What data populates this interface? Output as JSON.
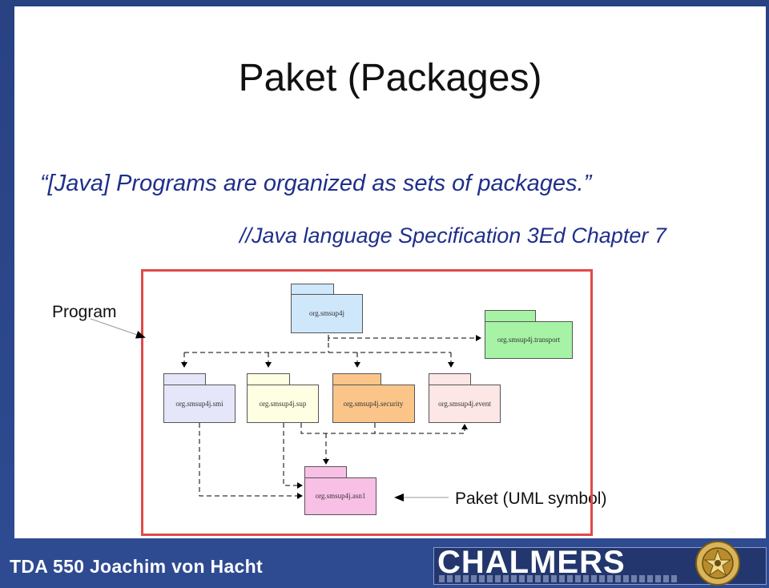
{
  "slide": {
    "title": "Paket (Packages)",
    "quote": "“[Java] Programs are organized as sets of packages.”",
    "source": "//Java language Specification 3Ed Chapter 7",
    "label_program": "Program",
    "label_uml": "Paket (UML symbol)"
  },
  "diagram": {
    "packages": [
      {
        "id": "smsup",
        "name": "org.smsup4j",
        "color": "#cfe7fb"
      },
      {
        "id": "transport",
        "name": "org.smsup4j.transport",
        "color": "#a6f3a6"
      },
      {
        "id": "smi",
        "name": "org.smsup4j.smi",
        "color": "#e6e6fb"
      },
      {
        "id": "sup",
        "name": "org.smsup4j.sup",
        "color": "#fefee3"
      },
      {
        "id": "security",
        "name": "org.smsup4j.security",
        "color": "#fbc58a"
      },
      {
        "id": "event",
        "name": "org.smsup4j.event",
        "color": "#fde6e6"
      },
      {
        "id": "asn1",
        "name": "org.smsup4j.asn1",
        "color": "#f9c0e6"
      }
    ]
  },
  "footer": {
    "course": "TDA 550 Joachim von Hacht",
    "logo": "CHALMERS"
  },
  "colors": {
    "frame": "#2f4a8f",
    "accent_text": "#1f2f8a",
    "diagram_border": "#e04a4a"
  },
  "icons": {
    "seal": "chalmers-seal-icon"
  }
}
